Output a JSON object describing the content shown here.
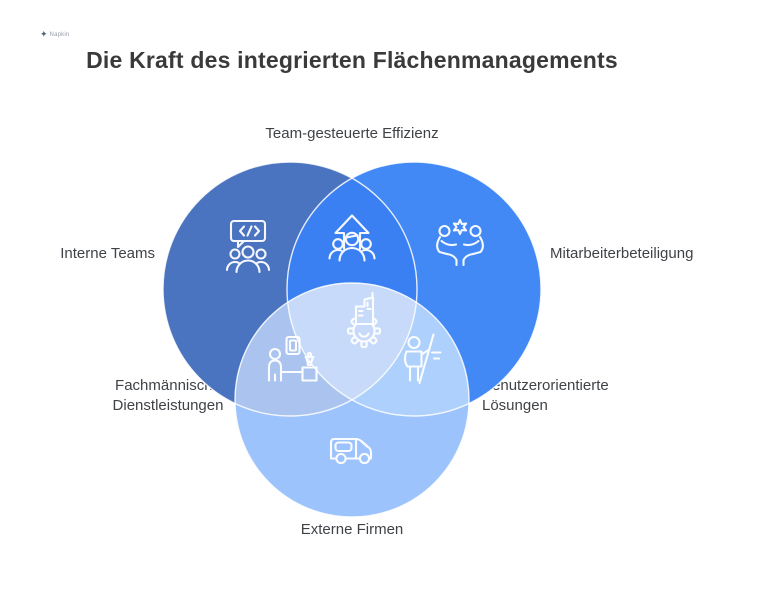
{
  "watermark": {
    "text": "Napkin"
  },
  "title": "Die Kraft des integrierten Flächenmanagements",
  "diagram": {
    "type": "venn",
    "labels": {
      "top": "Team-gesteuerte Effizienz",
      "left": "Interne Teams",
      "right": "Mitarbeiterbeteiligung",
      "bottom_left": "Fachmännische Dienstleistungen",
      "bottom_right": "Benutzerorientierte Lösungen",
      "bottom": "Externe Firmen"
    },
    "colors": {
      "left": "#4a74c0",
      "right": "#4289f6",
      "top_overlap": "#3b80f2",
      "bottom": "#9cc3fb",
      "left_bottom_overlap": "#abc4ef",
      "right_bottom_overlap": "#aed0fc",
      "center_overlap": "#c7dafa"
    },
    "icons": {
      "left": "team-chat-code-icon",
      "top_overlap": "team-growth-arrow-icon",
      "right": "collaboration-star-icon",
      "center": "building-gear-icon",
      "left_bottom": "person-display-award-icon",
      "right_bottom": "person-flag-icon",
      "bottom": "delivery-van-icon"
    }
  }
}
